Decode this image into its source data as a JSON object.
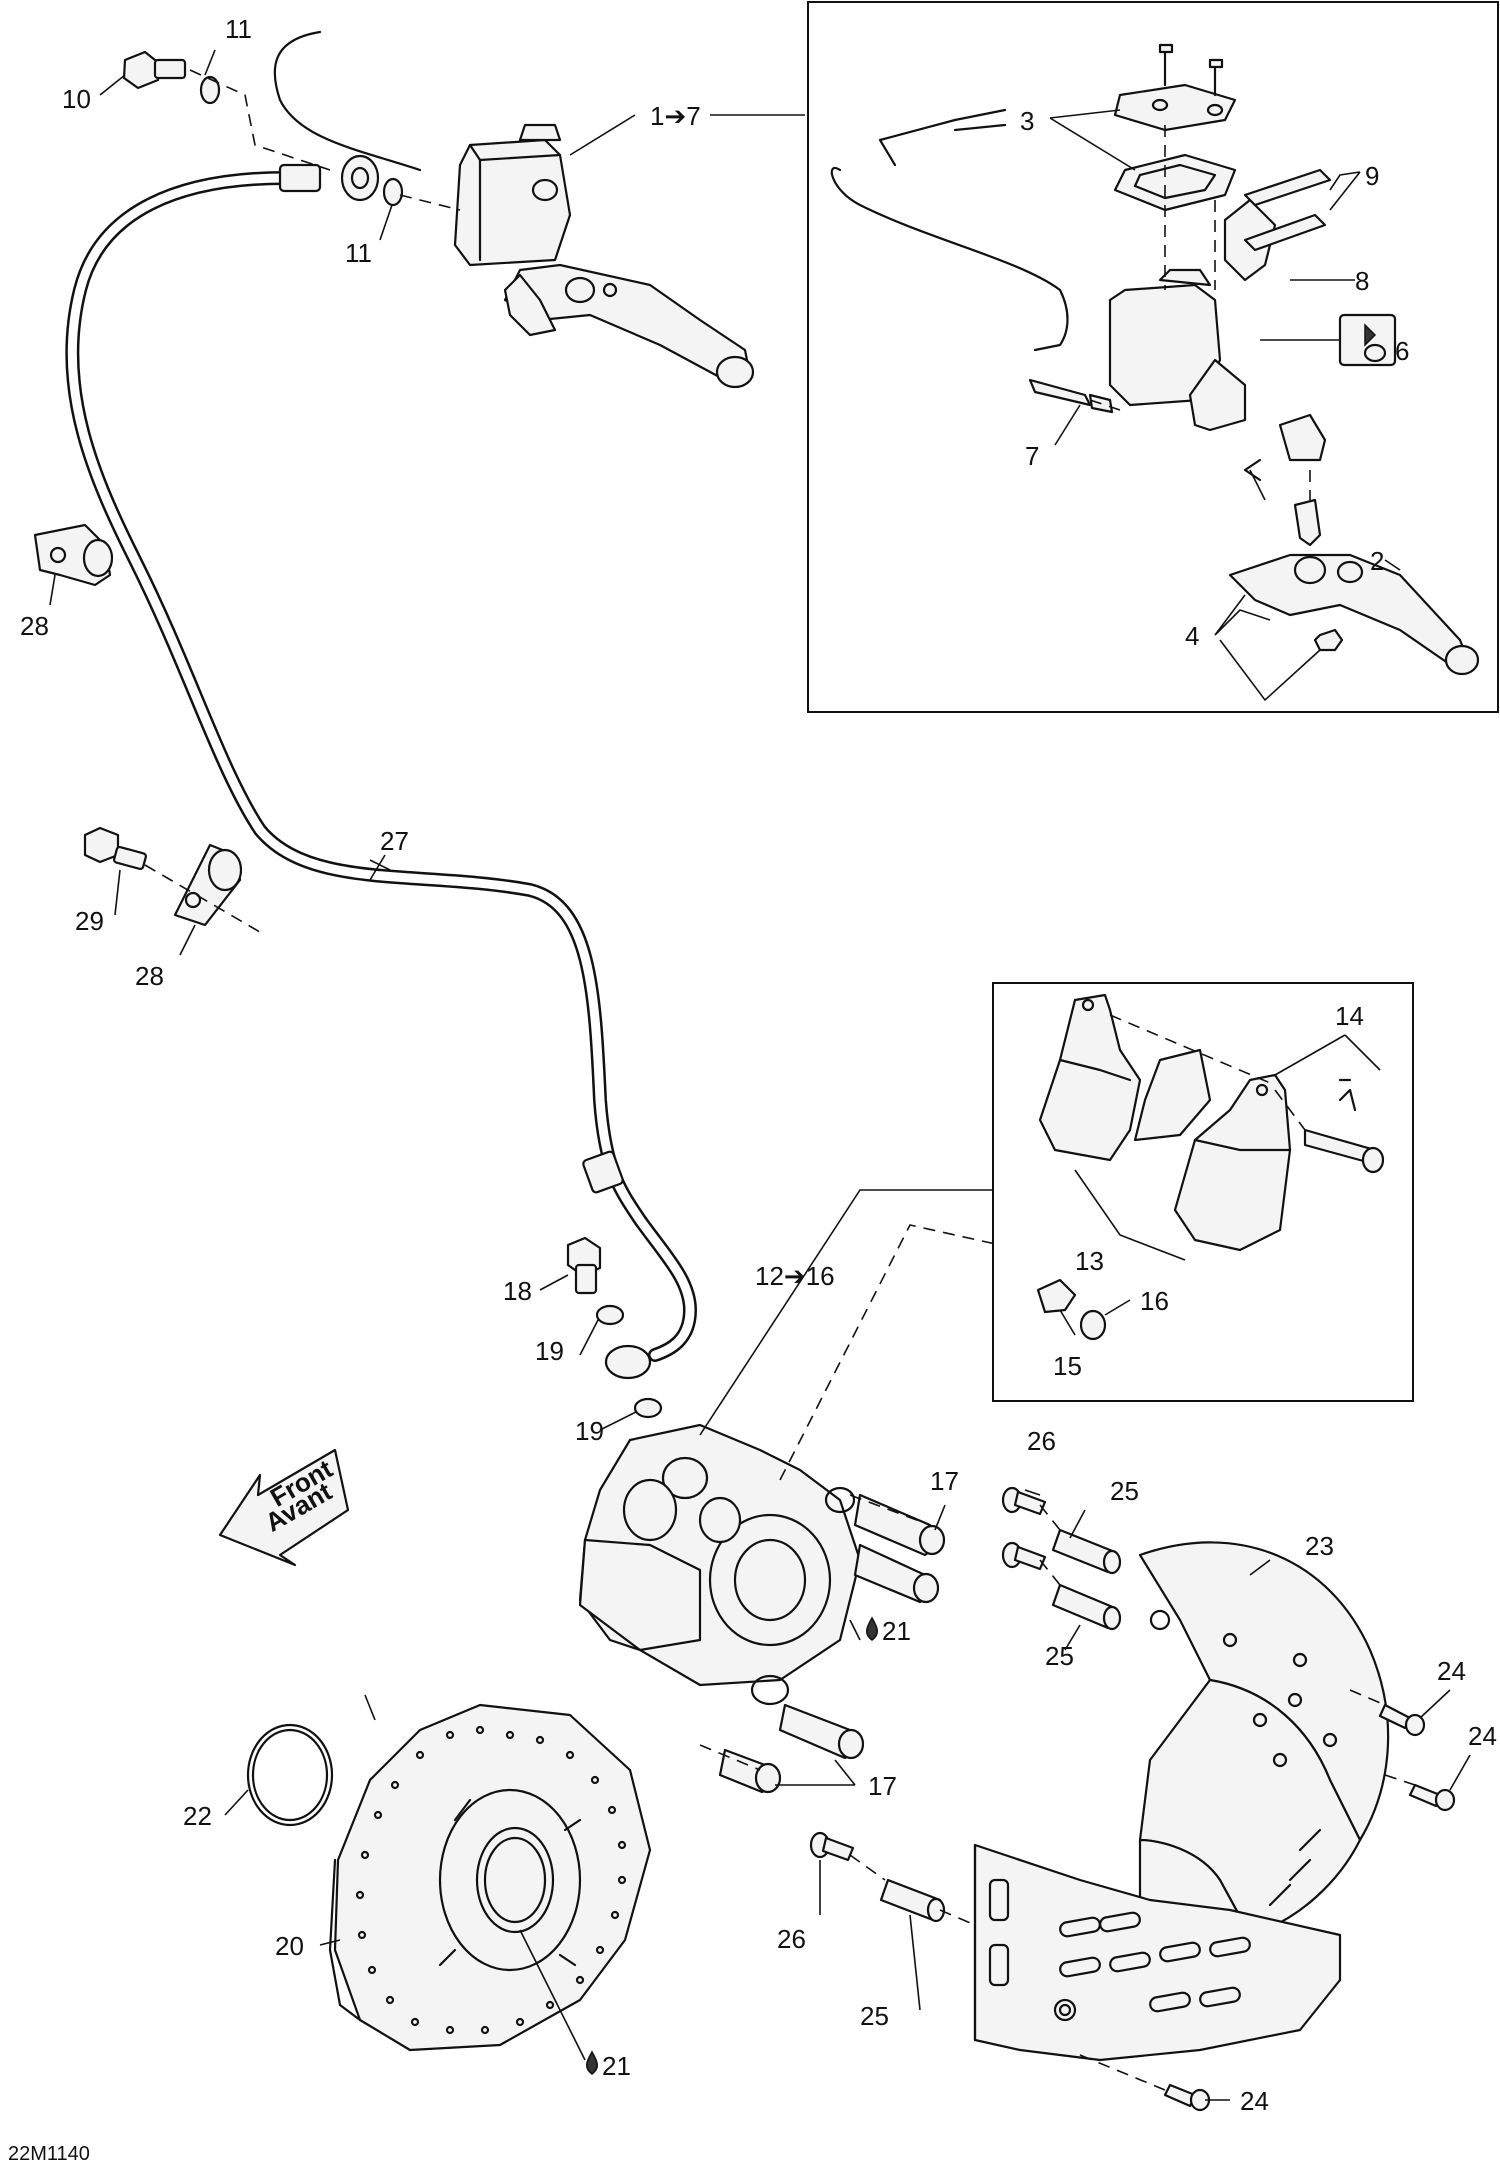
{
  "diagram": {
    "drawing_code": "22M1140",
    "front_arrow": {
      "line1": "Front",
      "line2": "Avant"
    },
    "labels": {
      "p1_7": "1➔7",
      "p2": "2",
      "p3": "3",
      "p4": "4",
      "p6": "6",
      "p7": "7",
      "p8": "8",
      "p9": "9",
      "p10": "10",
      "p11a": "11",
      "p11b": "11",
      "p12_16": "12➔16",
      "p13": "13",
      "p14": "14",
      "p15": "15",
      "p16": "16",
      "p17a": "17",
      "p17b": "17",
      "p18": "18",
      "p19a": "19",
      "p19b": "19",
      "p20": "20",
      "p21a": "21",
      "p21b": "21",
      "p22": "22",
      "p23": "23",
      "p24a": "24",
      "p24b": "24",
      "p24c": "24",
      "p25a": "25",
      "p25b": "25",
      "p25c": "25",
      "p26a": "26",
      "p26b": "26",
      "p27": "27",
      "p28a": "28",
      "p28b": "28",
      "p29": "29"
    }
  }
}
